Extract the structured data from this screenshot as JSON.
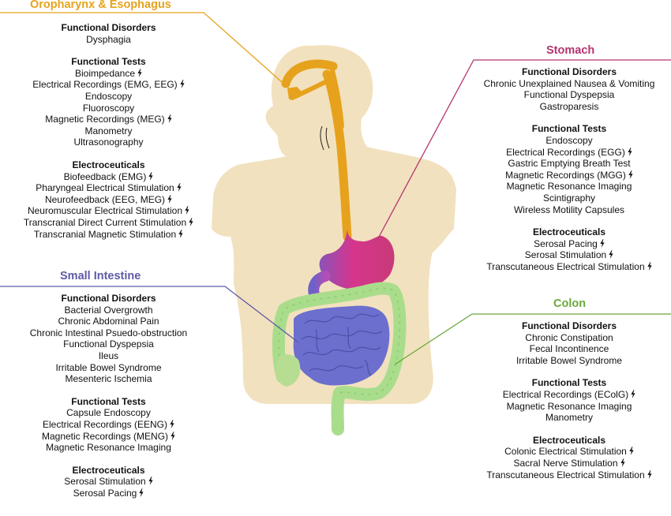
{
  "colors": {
    "oropharynx": "#e6a21c",
    "stomach": "#b5346f",
    "small_intestine": "#5e5aa8",
    "colon": "#6aa83c",
    "body": "#f2e1be",
    "intestine_fill": "#6c6fce",
    "colon_fill": "#a9dd8c"
  },
  "icons": {
    "electro": "lightning-bolt-icon"
  },
  "panels": [
    {
      "id": "oropharynx",
      "title": "Oropharynx & Esophagus",
      "sections": [
        {
          "heading": "Functional Disorders",
          "items": [
            {
              "text": "Dysphagia",
              "bolt": false
            }
          ]
        },
        {
          "heading": "Functional Tests",
          "items": [
            {
              "text": "Bioimpedance",
              "bolt": true
            },
            {
              "text": "Electrical Recordings (EMG, EEG)",
              "bolt": true
            },
            {
              "text": "Endoscopy",
              "bolt": false
            },
            {
              "text": "Fluoroscopy",
              "bolt": false
            },
            {
              "text": "Magnetic Recordings (MEG)",
              "bolt": true
            },
            {
              "text": "Manometry",
              "bolt": false
            },
            {
              "text": "Ultrasonography",
              "bolt": false
            }
          ]
        },
        {
          "heading": "Electroceuticals",
          "items": [
            {
              "text": "Biofeedback (EMG)",
              "bolt": true
            },
            {
              "text": "Pharyngeal Electrical Stimulation",
              "bolt": true
            },
            {
              "text": "Neurofeedback (EEG, MEG)",
              "bolt": true
            },
            {
              "text": "Neuromuscular Electrical Stimulation",
              "bolt": true
            },
            {
              "text": "Transcranial Direct Current Stimulation",
              "bolt": true
            },
            {
              "text": "Transcranial Magnetic Stimulation",
              "bolt": true
            }
          ]
        }
      ]
    },
    {
      "id": "stomach",
      "title": "Stomach",
      "sections": [
        {
          "heading": "Functional Disorders",
          "items": [
            {
              "text": "Chronic Unexplained Nausea & Vomiting",
              "bolt": false
            },
            {
              "text": "Functional Dyspepsia",
              "bolt": false
            },
            {
              "text": "Gastroparesis",
              "bolt": false
            }
          ]
        },
        {
          "heading": "Functional Tests",
          "items": [
            {
              "text": "Endoscopy",
              "bolt": false
            },
            {
              "text": "Electrical Recordings (EGG)",
              "bolt": true
            },
            {
              "text": "Gastric Emptying Breath Test",
              "bolt": false
            },
            {
              "text": "Magnetic Recordings (MGG)",
              "bolt": true
            },
            {
              "text": "Magnetic Resonance Imaging",
              "bolt": false
            },
            {
              "text": "Scintigraphy",
              "bolt": false
            },
            {
              "text": "Wireless Motility Capsules",
              "bolt": false
            }
          ]
        },
        {
          "heading": "Electroceuticals",
          "items": [
            {
              "text": "Serosal Pacing",
              "bolt": true
            },
            {
              "text": "Serosal Stimulation",
              "bolt": true
            },
            {
              "text": "Transcutaneous Electrical Stimulation",
              "bolt": true
            }
          ]
        }
      ]
    },
    {
      "id": "small_intestine",
      "title": "Small Intestine",
      "sections": [
        {
          "heading": "Functional Disorders",
          "items": [
            {
              "text": "Bacterial Overgrowth",
              "bolt": false
            },
            {
              "text": "Chronic Abdominal Pain",
              "bolt": false
            },
            {
              "text": "Chronic Intestinal Psuedo-obstruction",
              "bolt": false
            },
            {
              "text": "Functional Dyspepsia",
              "bolt": false
            },
            {
              "text": "Ileus",
              "bolt": false
            },
            {
              "text": "Irritable Bowel Syndrome",
              "bolt": false
            },
            {
              "text": "Mesenteric Ischemia",
              "bolt": false
            }
          ]
        },
        {
          "heading": "Functional Tests",
          "items": [
            {
              "text": "Capsule Endoscopy",
              "bolt": false
            },
            {
              "text": "Electrical Recordings (EENG)",
              "bolt": true
            },
            {
              "text": "Magnetic Recordings (MENG)",
              "bolt": true
            },
            {
              "text": "Magnetic Resonance Imaging",
              "bolt": false
            }
          ]
        },
        {
          "heading": "Electroceuticals",
          "items": [
            {
              "text": "Serosal Stimulation",
              "bolt": true
            },
            {
              "text": "Serosal Pacing",
              "bolt": true
            }
          ]
        }
      ]
    },
    {
      "id": "colon",
      "title": "Colon",
      "sections": [
        {
          "heading": "Functional Disorders",
          "items": [
            {
              "text": "Chronic Constipation",
              "bolt": false
            },
            {
              "text": "Fecal Incontinence",
              "bolt": false
            },
            {
              "text": "Irritable Bowel Syndrome",
              "bolt": false
            }
          ]
        },
        {
          "heading": "Functional Tests",
          "items": [
            {
              "text": "Electrical Recordings (EColG)",
              "bolt": true
            },
            {
              "text": "Magnetic Resonance Imaging",
              "bolt": false
            },
            {
              "text": "Manometry",
              "bolt": false
            }
          ]
        },
        {
          "heading": "Electroceuticals",
          "items": [
            {
              "text": "Colonic Electrical Stimulation",
              "bolt": true
            },
            {
              "text": "Sacral Nerve Stimulation",
              "bolt": true
            },
            {
              "text": "Transcutaneous Electrical Stimulation",
              "bolt": true
            }
          ]
        }
      ]
    }
  ]
}
